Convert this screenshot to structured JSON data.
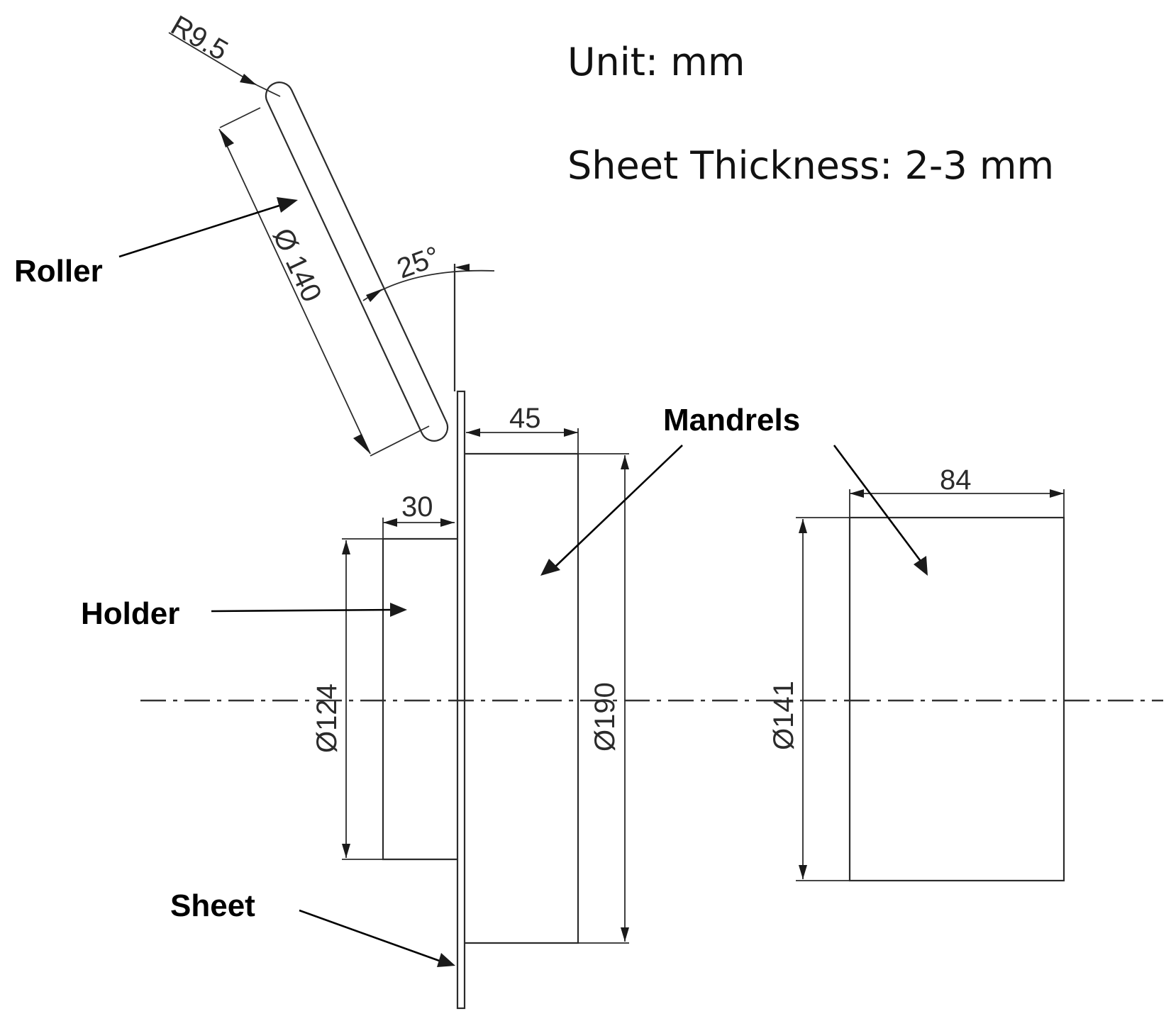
{
  "notes": {
    "unit": "Unit: mm",
    "sheet_thickness": "Sheet Thickness: 2-3 mm"
  },
  "labels": {
    "roller": "Roller",
    "mandrels": "Mandrels",
    "holder": "Holder",
    "sheet": "Sheet"
  },
  "dimensions": {
    "roller_radius": "R9.5",
    "roller_diameter": "Ø 140",
    "roller_angle": "25°",
    "mandrel1_length": "45",
    "mandrel2_length": "84",
    "holder_length": "30",
    "holder_diameter": "Ø124",
    "mandrel1_diameter": "Ø190",
    "mandrel2_diameter": "Ø141"
  }
}
